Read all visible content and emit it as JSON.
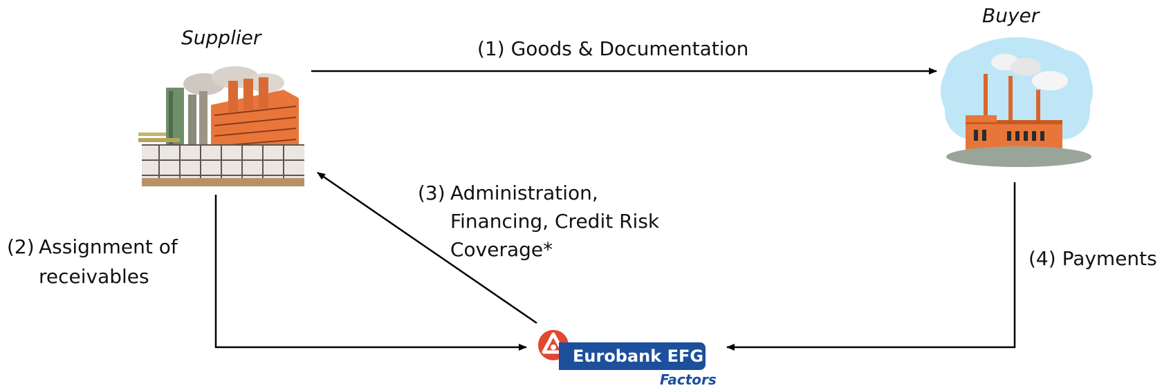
{
  "parties": {
    "supplier": "Supplier",
    "buyer": "Buyer"
  },
  "flows": {
    "goods": "(1) Goods & Documentation",
    "assignment_num": "(2)",
    "assignment_line1": "Assignment of",
    "assignment_line2": "receivables",
    "services_num": "(3)",
    "services_line1": "Administration,",
    "services_line2": "Financing, Credit Risk",
    "services_line3": "Coverage*",
    "payments": "(4) Payments"
  },
  "logo": {
    "name": "Eurobank EFG",
    "sub": "Factors"
  },
  "colors": {
    "logo_blue": "#1c4f9c",
    "logo_red": "#e2472f",
    "sky": "#bfe6f6",
    "factory_orange": "#e8763a"
  }
}
